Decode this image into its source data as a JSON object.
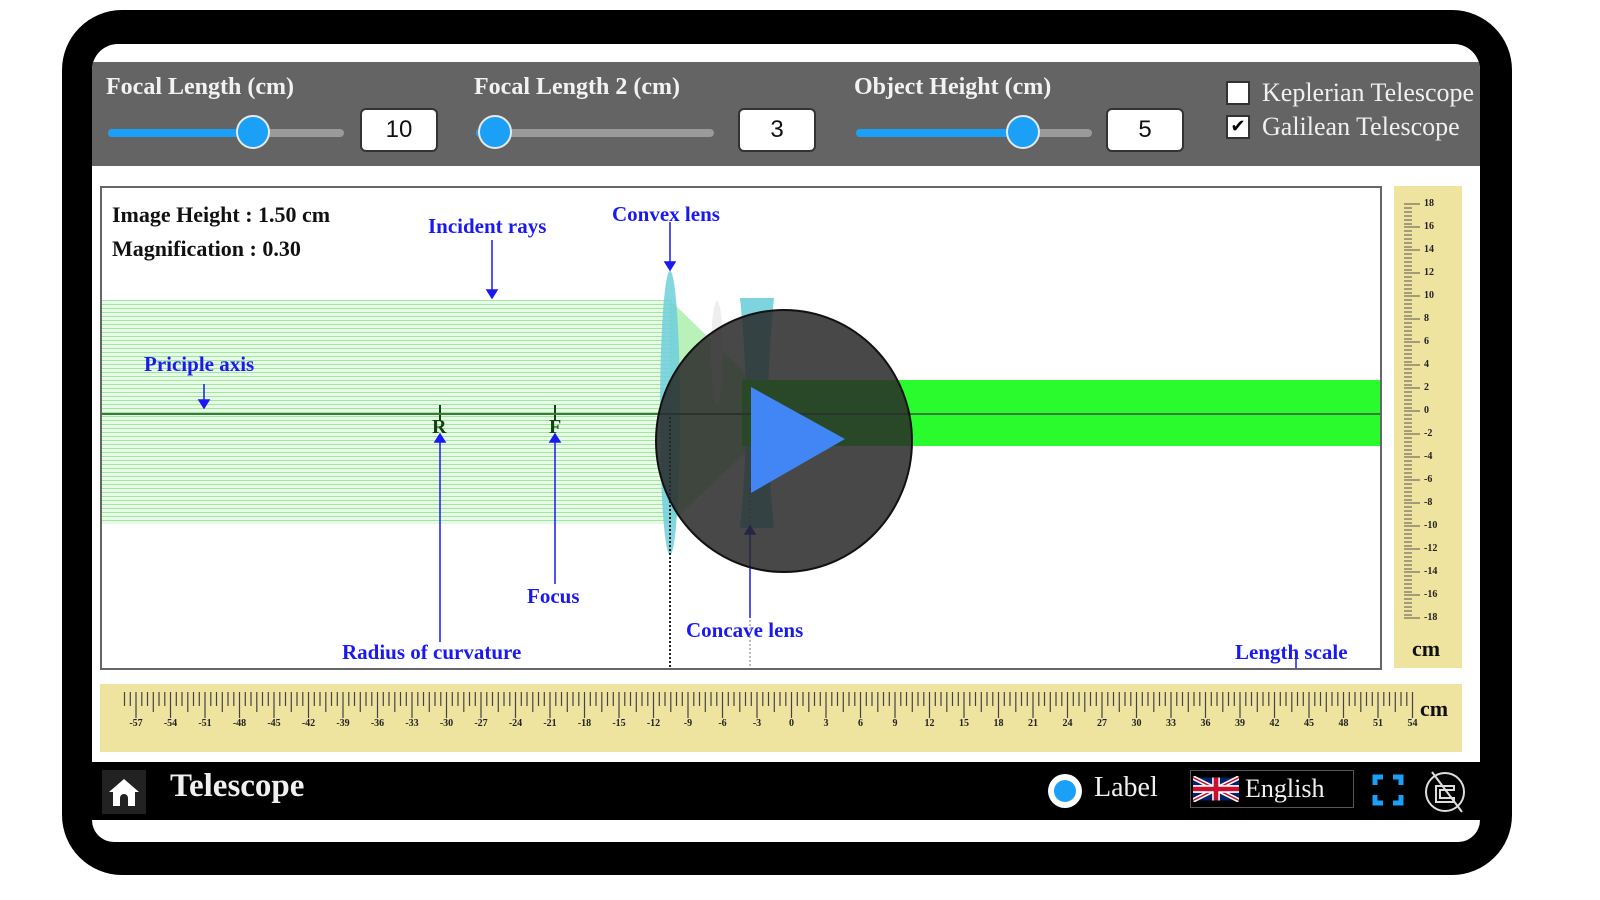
{
  "controls": {
    "focal_length": {
      "label": "Focal Length (cm)",
      "value": "10",
      "percent": 61
    },
    "focal_length_2": {
      "label": "Focal Length 2 (cm)",
      "value": "3",
      "percent": 9
    },
    "object_height": {
      "label": "Object Height (cm)",
      "value": "5",
      "percent": 71
    },
    "keplerian": {
      "label": "Keplerian Telescope",
      "checked": false,
      "mark": ""
    },
    "galilean": {
      "label": "Galilean Telescope",
      "checked": true,
      "mark": "✔"
    }
  },
  "canvas": {
    "image_height": "Image Height : 1.50 cm",
    "magnification": "Magnification : 0.30",
    "annotations": {
      "incident_rays": "Incident rays",
      "convex_lens": "Convex lens",
      "principle_axis": "Priciple axis",
      "focus": "Focus",
      "radius_of_curvature": "Radius of curvature",
      "concave_lens": "Concave lens",
      "length_scale": "Length scale"
    },
    "points": {
      "r": "R",
      "f": "F"
    },
    "colors": {
      "incident_rays": "#9de89d",
      "emergent_beam": "#29fb2d",
      "lens": "#6fcfdc",
      "annotation": "#1a1af0"
    }
  },
  "vertical_ruler": {
    "unit": "cm",
    "labels": [
      "18",
      "16",
      "14",
      "12",
      "10",
      "8",
      "6",
      "4",
      "2",
      "0",
      "-2",
      "-4",
      "-6",
      "-8",
      "-10",
      "-12",
      "-14",
      "-16",
      "-18"
    ]
  },
  "horizontal_ruler": {
    "unit": "cm",
    "labels": [
      "-57",
      "-54",
      "-51",
      "-48",
      "-45",
      "-42",
      "-39",
      "-36",
      "-33",
      "-30",
      "-27",
      "-24",
      "-21",
      "-18",
      "-15",
      "-12",
      "-9",
      "-6",
      "-3",
      "0",
      "3",
      "6",
      "9",
      "12",
      "15",
      "18",
      "21",
      "24",
      "27",
      "30",
      "33",
      "36",
      "39",
      "42",
      "45",
      "48",
      "51",
      "54"
    ]
  },
  "bottombar": {
    "title": "Telescope",
    "label_toggle": "Label",
    "language": "English"
  },
  "overlay": {
    "icon": "play-icon"
  }
}
